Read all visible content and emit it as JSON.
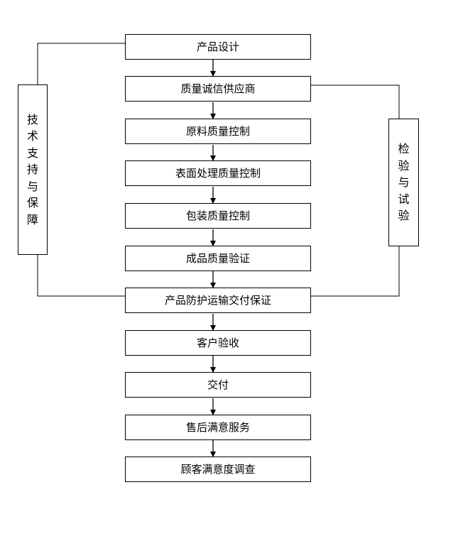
{
  "flow_steps": [
    "产品设计",
    "质量诚信供应商",
    "原料质量控制",
    "表面处理质量控制",
    "包装质量控制",
    "成品质量验证",
    "产品防护运输交付保证",
    "客户验收",
    "交付",
    "售后满意服务",
    "顾客满意度调查"
  ],
  "left_support": {
    "chars": [
      "技",
      "术",
      "支",
      "持",
      "与",
      "保",
      "障"
    ]
  },
  "right_inspection": {
    "chars": [
      "检",
      "验",
      "与",
      "试",
      "验"
    ]
  },
  "colors": {
    "line": "#000000",
    "box_border": "#000000",
    "background": "#ffffff"
  }
}
